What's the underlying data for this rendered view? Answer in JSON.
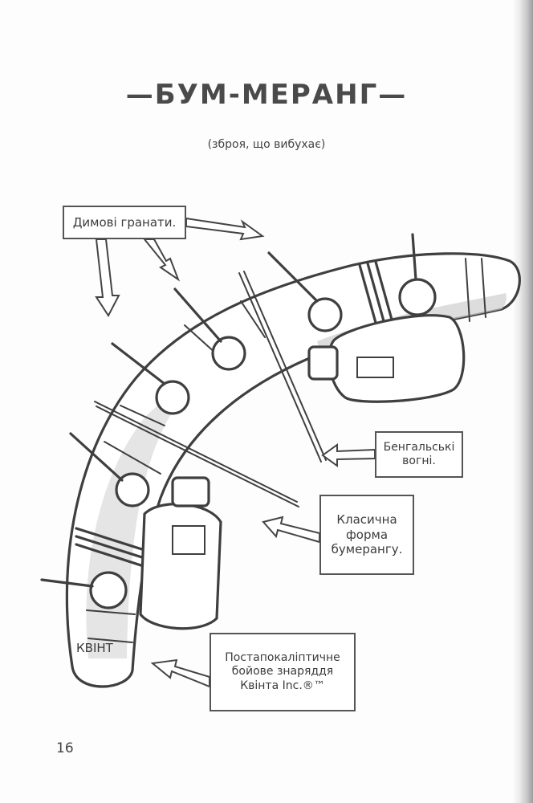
{
  "page": {
    "title": "—БУМ-МЕРАНГ—",
    "subtitle": "(зброя, що вибухає)",
    "page_number": "16"
  },
  "callouts": {
    "smoke_grenades": "Димові гранати.",
    "sparklers": "Бенгальські\nвогні.",
    "classic_shape": "Класична\nформа\nбумерангу.",
    "combat_gear": "Постапокаліптичне\nбойове знаряддя\nКвінта Inc.®™"
  },
  "illustration": {
    "name": "boomerang-weapon",
    "engraving": "КВІНТ"
  },
  "colors": {
    "ink": "#3f3f3f",
    "shade": "#cfcfcf",
    "paper": "#fdfdfd"
  }
}
